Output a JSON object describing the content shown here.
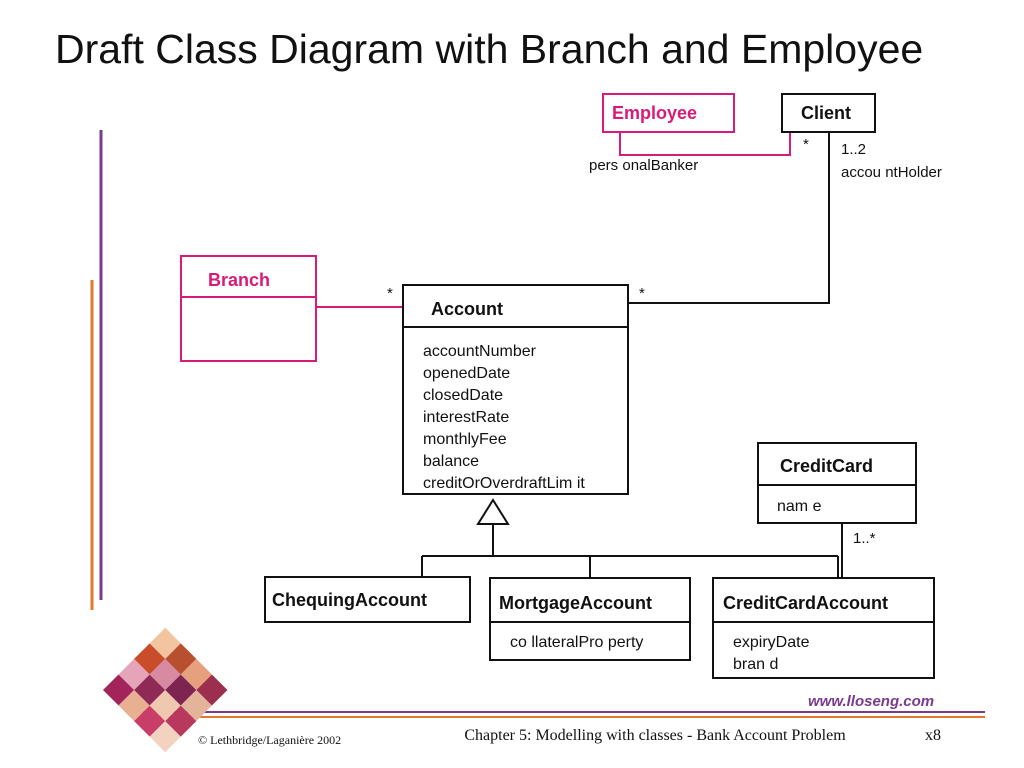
{
  "title": "Draft Class Diagram with Branch and Employee",
  "classes": {
    "employee": {
      "name": "Employee"
    },
    "client": {
      "name": "Client"
    },
    "branch": {
      "name": "Branch"
    },
    "account": {
      "name": "Account",
      "attributes": [
        "accountNumber",
        "openedDate",
        "closedDate",
        "interestRate",
        "monthlyFee",
        "balance",
        "creditOrOverdraftLim it"
      ]
    },
    "credit_card": {
      "name": "CreditCard",
      "attributes": [
        "nam e"
      ]
    },
    "chequing_account": {
      "name": "ChequingAccount"
    },
    "mortgage_account": {
      "name": "MortgageAccount",
      "attributes": [
        "co llateralPro perty"
      ]
    },
    "credit_card_account": {
      "name": "CreditCardAccount",
      "attributes": [
        "expiryDate",
        "bran d"
      ]
    }
  },
  "associations": {
    "personal_banker": {
      "role": "pers onalBanker",
      "mult_client_side": "*"
    },
    "account_holder": {
      "role": "accou ntHolder",
      "mult_client_side": "1..2",
      "mult_account_side": "*"
    },
    "branch_account": {
      "mult_account_side": "*"
    },
    "credit_card_link": {
      "mult": "1..*"
    }
  },
  "footer": {
    "copyright": "© Lethbridge/Laganière 2002",
    "chapter": "Chapter 5: Modelling with classes - Bank Account Problem",
    "page": "x8",
    "website": "www.lloseng.com"
  },
  "colors": {
    "accent": "#d81b78",
    "deco_purple": "#7a3b8c",
    "deco_orange": "#e07a2e"
  }
}
